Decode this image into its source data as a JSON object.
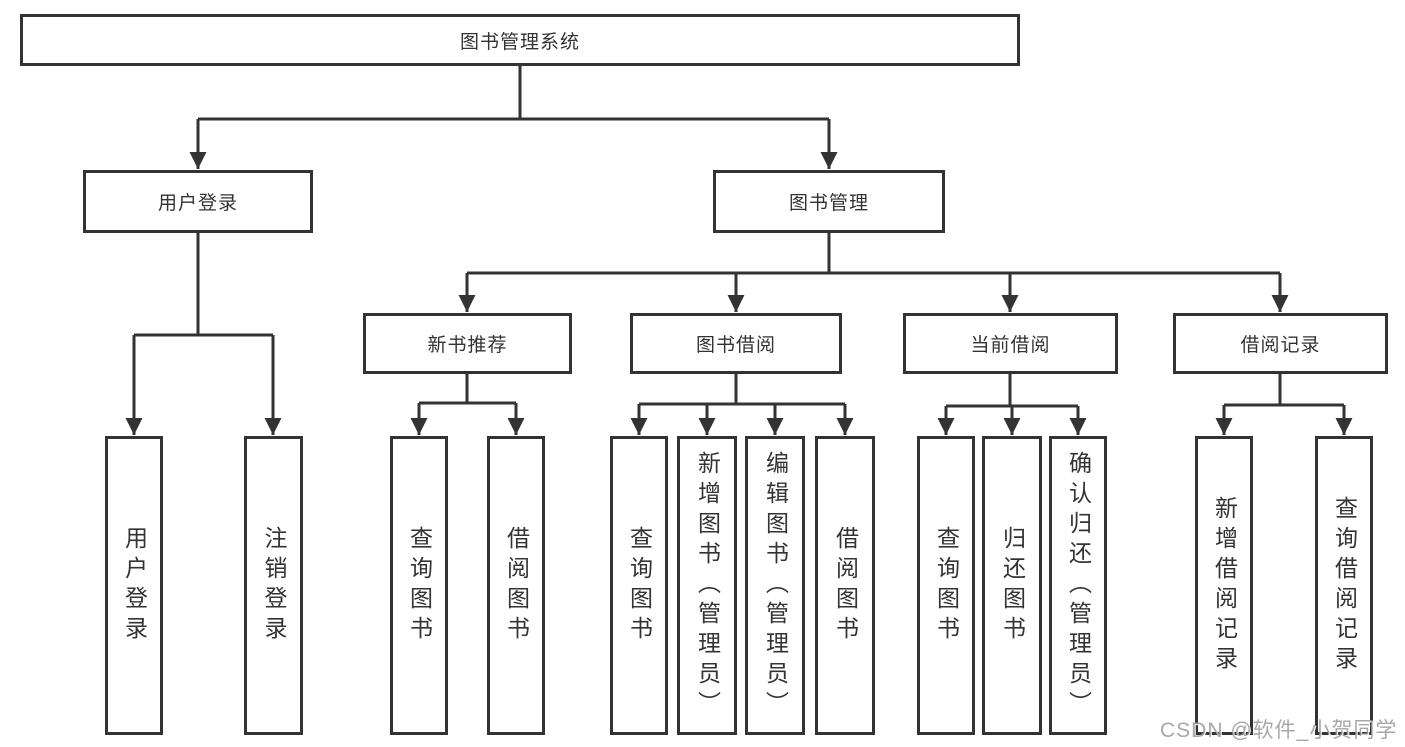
{
  "diagram_title": "图书管理系统",
  "tree": {
    "root": {
      "label": "图书管理系统",
      "children": [
        {
          "label": "用户登录",
          "children": [
            {
              "label": "用户登录"
            },
            {
              "label": "注销登录"
            }
          ]
        },
        {
          "label": "图书管理",
          "children": [
            {
              "label": "新书推荐",
              "children": [
                {
                  "label": "查询图书"
                },
                {
                  "label": "借阅图书"
                }
              ]
            },
            {
              "label": "图书借阅",
              "children": [
                {
                  "label": "查询图书"
                },
                {
                  "label": "新增图书（管理员）"
                },
                {
                  "label": "编辑图书（管理员）"
                },
                {
                  "label": "借阅图书"
                }
              ]
            },
            {
              "label": "当前借阅",
              "children": [
                {
                  "label": "查询图书"
                },
                {
                  "label": "归还图书"
                },
                {
                  "label": "确认归还（管理员）"
                }
              ]
            },
            {
              "label": "借阅记录",
              "children": [
                {
                  "label": "新增借阅记录"
                },
                {
                  "label": "查询借阅记录"
                }
              ]
            }
          ]
        }
      ]
    }
  },
  "watermark": {
    "text": "CSDN @软件_小贺同学"
  },
  "colors": {
    "line": "#333333",
    "box_border": "#333333",
    "box_background": "#ffffff",
    "text": "#333333",
    "watermark": "#999999",
    "canvas_background": "#ffffff"
  }
}
